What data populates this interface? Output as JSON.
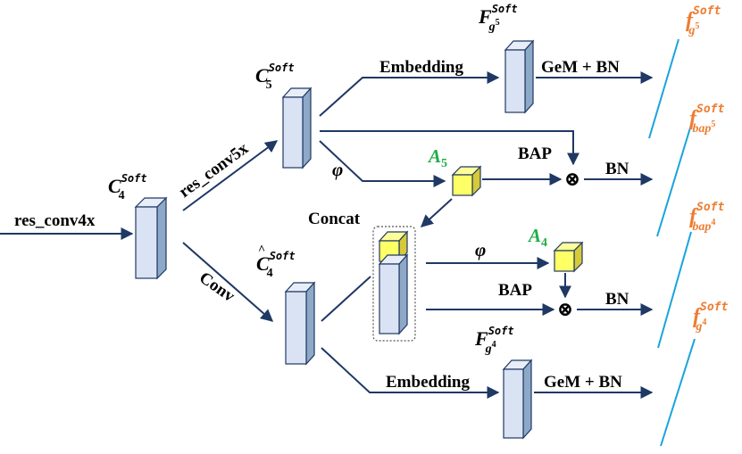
{
  "labels": {
    "res_conv4x": "res_conv4x",
    "res_conv5x": "res_conv5x",
    "conv": "Conv",
    "embedding_top": "Embedding",
    "embedding_bottom": "Embedding",
    "gem_bn_top": "GeM + BN",
    "gem_bn_bottom": "GeM + BN",
    "bap_top": "BAP",
    "bap_bottom": "BAP",
    "bn_top": "BN",
    "bn_bottom": "BN",
    "concat": "Concat",
    "phi_top": "φ",
    "phi_mid": "φ"
  },
  "tensors": {
    "c4": {
      "base": "C",
      "sub": "4",
      "sup": "Soft"
    },
    "c5": {
      "base": "C",
      "sub": "5",
      "sup": "Soft"
    },
    "c4_hat": {
      "base": "C",
      "sub": "4",
      "sup": "Soft"
    },
    "fg5": {
      "base": "F",
      "sub": "g",
      "subsub": "5",
      "sup": "Soft"
    },
    "fg4": {
      "base": "F",
      "sub": "g",
      "subsub": "4",
      "sup": "Soft"
    },
    "a5": {
      "base": "A",
      "sub": "5"
    },
    "a4": {
      "base": "A",
      "sub": "4"
    }
  },
  "outputs": {
    "f_g5": {
      "base": "f",
      "sub": "g",
      "subsub": "5",
      "sup": "Soft"
    },
    "f_bap5": {
      "base": "f",
      "sub": "bap",
      "subsub": "5",
      "sup": "Soft"
    },
    "f_bap4": {
      "base": "f",
      "sub": "bap",
      "subsub": "4",
      "sup": "Soft"
    },
    "f_g4": {
      "base": "f",
      "sub": "g",
      "subsub": "4",
      "sup": "Soft"
    }
  },
  "symbols": {
    "otimes": "⊗"
  },
  "colors": {
    "line": "#1f3864",
    "block_fill": "#dae3f3",
    "block_side": "#8ea9c8",
    "attention_fill": "#ffff66",
    "attention_label": "#1fae4a",
    "output_label": "#ed7d31",
    "separator": "#1aa3de"
  }
}
